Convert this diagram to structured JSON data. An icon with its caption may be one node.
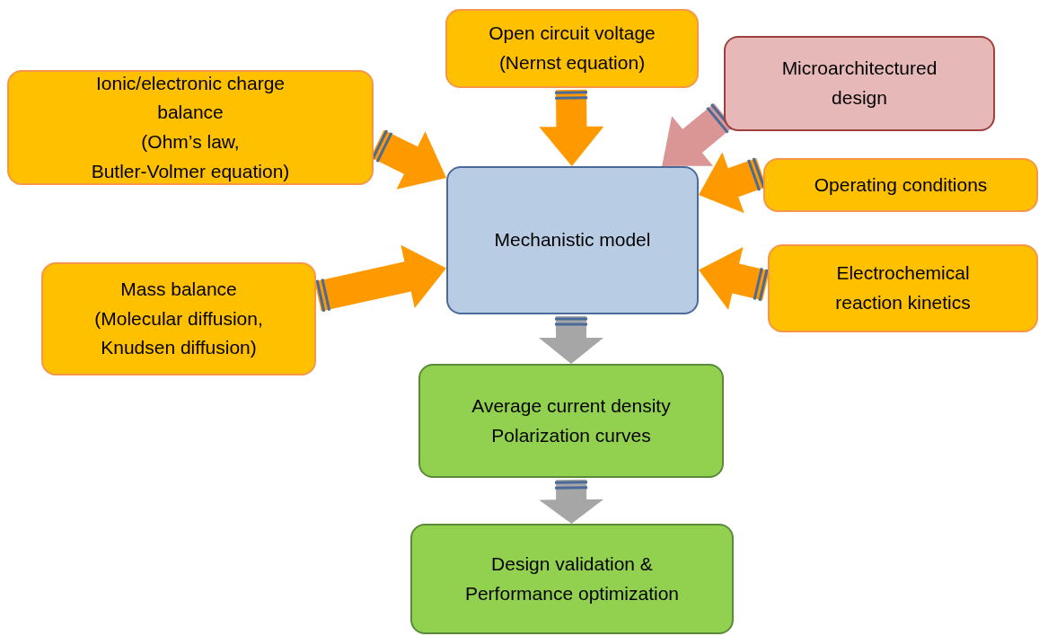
{
  "diagram": {
    "nodes": [
      {
        "text": [
          "Ionic/electronic charge balance",
          "(Ohm’s law,",
          "Butler-Volmer equation)"
        ]
      },
      {
        "text": [
          "Open circuit voltage (Nernst equation)"
        ]
      },
      {
        "text": [
          "Microarchitectured design"
        ]
      },
      {
        "text": [
          "Mechanistic model"
        ]
      },
      {
        "text": [
          "Operating conditions"
        ]
      },
      {
        "text": [
          "Mass balance",
          "(Molecular diffusion, Knudsen diffusion)"
        ]
      },
      {
        "text": [
          "Electrochemical reaction kinetics"
        ]
      },
      {
        "text": [
          "Average current density Polarization curves"
        ]
      },
      {
        "text": [
          "Design validation & Performance optimization"
        ]
      }
    ],
    "edges": [
      {
        "from": 0,
        "to": 3,
        "arrow": "to"
      },
      {
        "from": 1,
        "to": 3,
        "arrow": "to"
      },
      {
        "from": 2,
        "to": 3,
        "arrow": "to",
        "color": "#d99694"
      },
      {
        "from": 4,
        "to": 3,
        "arrow": "to"
      },
      {
        "from": 5,
        "to": 3,
        "arrow": "to"
      },
      {
        "from": 6,
        "to": 3,
        "arrow": "to"
      },
      {
        "from": 3,
        "to": 7,
        "arrow": "to",
        "color": "#a6a6a6"
      },
      {
        "from": 7,
        "to": 8,
        "arrow": "to",
        "color": "#a6a6a6"
      }
    ]
  }
}
